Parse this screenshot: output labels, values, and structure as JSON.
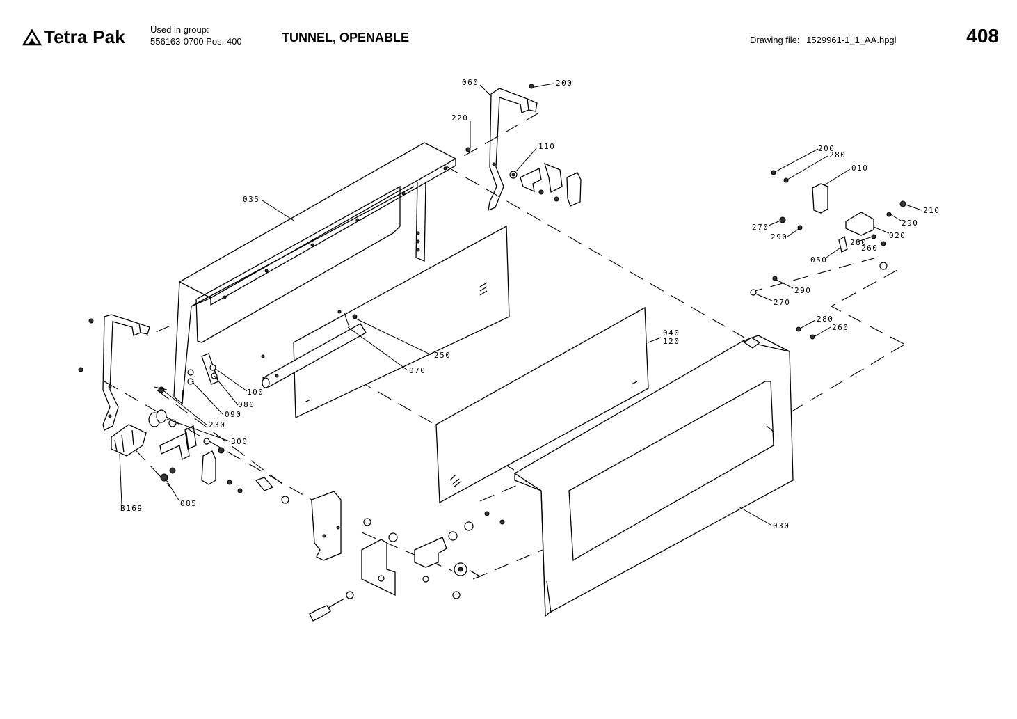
{
  "header": {
    "brand": "Tetra Pak",
    "group_label": "Used in group:",
    "group_value": "556163-0700 Pos. 400",
    "title": "TUNNEL, OPENABLE",
    "drawing_file_label": "Drawing file:",
    "drawing_file_value": "1529961-1_1_AA.hpgl",
    "page_number": "408"
  },
  "callouts": {
    "c060": "060",
    "c200a": "200",
    "c220": "220",
    "c110": "110",
    "c035": "035",
    "c200b": "200",
    "c280a": "280",
    "c010": "010",
    "c210": "210",
    "c270a": "270",
    "c290a": "290",
    "c290b": "290",
    "c020": "020",
    "c280b": "280",
    "c260a": "260",
    "c050": "050",
    "c290c": "290",
    "c270b": "270",
    "c280c": "280",
    "c260b": "260",
    "c040": "040",
    "c120": "120",
    "c250": "250",
    "c070": "070",
    "c100": "100",
    "c080": "080",
    "c090": "090",
    "c230": "230",
    "c300": "300",
    "c085": "085",
    "c8169": "B169",
    "c030": "030"
  }
}
